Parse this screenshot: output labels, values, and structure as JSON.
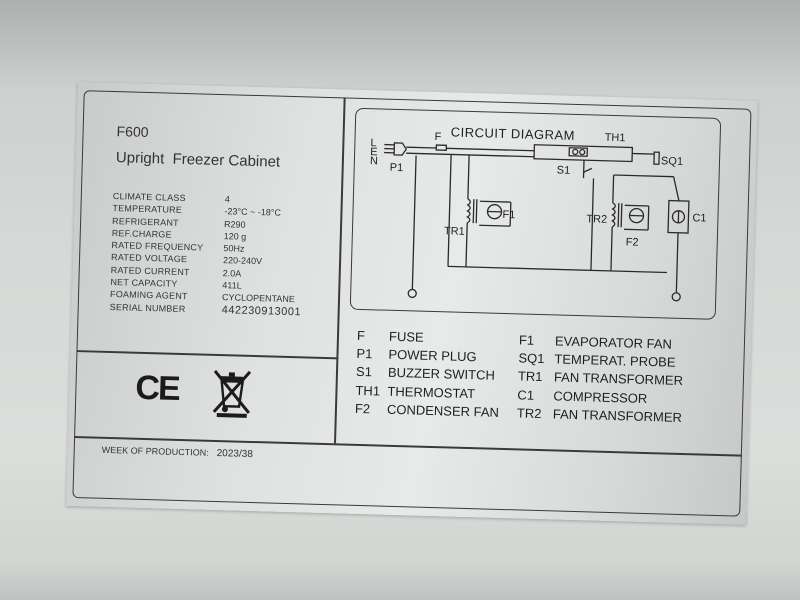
{
  "label": {
    "model": "F600",
    "product_name": "Upright  Freezer Cabinet",
    "specs": [
      {
        "label": "CLIMATE CLASS",
        "value": "4"
      },
      {
        "label": "TEMPERATURE",
        "value": "-23°C ~ -18°C"
      },
      {
        "label": "REFRIGERANT",
        "value": "R290"
      },
      {
        "label": "REF.CHARGE",
        "value": "120 g"
      },
      {
        "label": "RATED FREQUENCY",
        "value": "50Hz"
      },
      {
        "label": "RATED VOLTAGE",
        "value": "220-240V"
      },
      {
        "label": "RATED CURRENT",
        "value": "2.0A"
      },
      {
        "label": "NET CAPACITY",
        "value": "411L"
      },
      {
        "label": "FOAMING AGENT",
        "value": "CYCLOPENTANE"
      },
      {
        "label": "SERIAL NUMBER",
        "value": "442230913001"
      }
    ],
    "ce_mark": "CE",
    "week_of_production_label": "WEEK OF PRODUCTION:",
    "week_of_production_value": "2023/38"
  },
  "diagram": {
    "title": "CIRCUIT DIAGRAM",
    "labels": {
      "L": "L",
      "E": "E",
      "N": "N",
      "P1": "P1",
      "F": "F",
      "TH1": "TH1",
      "S1": "S1",
      "SQ1": "SQ1",
      "TR1": "TR1",
      "F1": "F1",
      "TR2": "TR2",
      "F2": "F2",
      "C1": "C1"
    }
  },
  "legend": [
    {
      "code": "F",
      "name": "FUSE",
      "code2": "F1",
      "name2": "EVAPORATOR FAN"
    },
    {
      "code": "P1",
      "name": "POWER PLUG",
      "code2": "SQ1",
      "name2": "TEMPERAT. PROBE"
    },
    {
      "code": "S1",
      "name": "BUZZER SWITCH",
      "code2": "TR1",
      "name2": "FAN TRANSFORMER"
    },
    {
      "code": "TH1",
      "name": "THERMOSTAT",
      "code2": "C1",
      "name2": "COMPRESSOR"
    },
    {
      "code": "F2",
      "name": "CONDENSER FAN",
      "code2": "TR2",
      "name2": "FAN TRANSFORMER"
    }
  ]
}
